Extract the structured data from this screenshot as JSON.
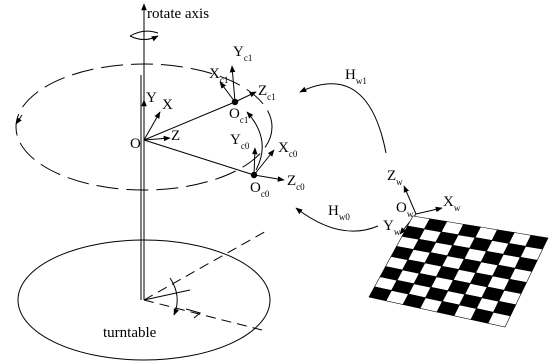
{
  "labels": {
    "rotate_axis": "rotate axis",
    "turntable": "turntable",
    "O": "O",
    "X": "X",
    "Y": "Y",
    "Z": "Z",
    "Xc1": {
      "base": "X",
      "sub": "c1"
    },
    "Yc1": {
      "base": "Y",
      "sub": "c1"
    },
    "Zc1": {
      "base": "Z",
      "sub": "c1"
    },
    "Oc1": {
      "base": "O",
      "sub": "c1"
    },
    "Xc0": {
      "base": "X",
      "sub": "c0"
    },
    "Yc0": {
      "base": "Y",
      "sub": "c0"
    },
    "Zc0": {
      "base": "Z",
      "sub": "c0"
    },
    "Oc0": {
      "base": "O",
      "sub": "c0"
    },
    "Hw1": {
      "base": "H",
      "sub": "w1"
    },
    "Hw0": {
      "base": "H",
      "sub": "w0"
    },
    "Zw": {
      "base": "Z",
      "sub": "w"
    },
    "Xw": {
      "base": "X",
      "sub": "w"
    },
    "Yw": {
      "base": "Y",
      "sub": "w"
    },
    "Ow": {
      "base": "O",
      "sub": "w"
    }
  },
  "checkerboard": {
    "rows": 8,
    "cols": 8,
    "dark": "#000000",
    "light": "#ffffff"
  }
}
